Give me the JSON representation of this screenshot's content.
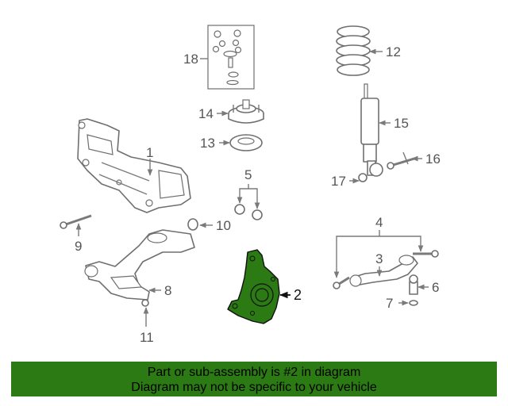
{
  "callouts": {
    "c1": "1",
    "c2": "2",
    "c3": "3",
    "c4": "4",
    "c5": "5",
    "c6": "6",
    "c7": "7",
    "c8": "8",
    "c9": "9",
    "c10": "10",
    "c11": "11",
    "c12": "12",
    "c13": "13",
    "c14": "14",
    "c15": "15",
    "c16": "16",
    "c17": "17",
    "c18": "18"
  },
  "highlight_color": "#2b7a13",
  "banner": {
    "line1": "Part or sub-assembly is #2 in diagram",
    "line2": "Diagram may not be specific to your vehicle"
  }
}
